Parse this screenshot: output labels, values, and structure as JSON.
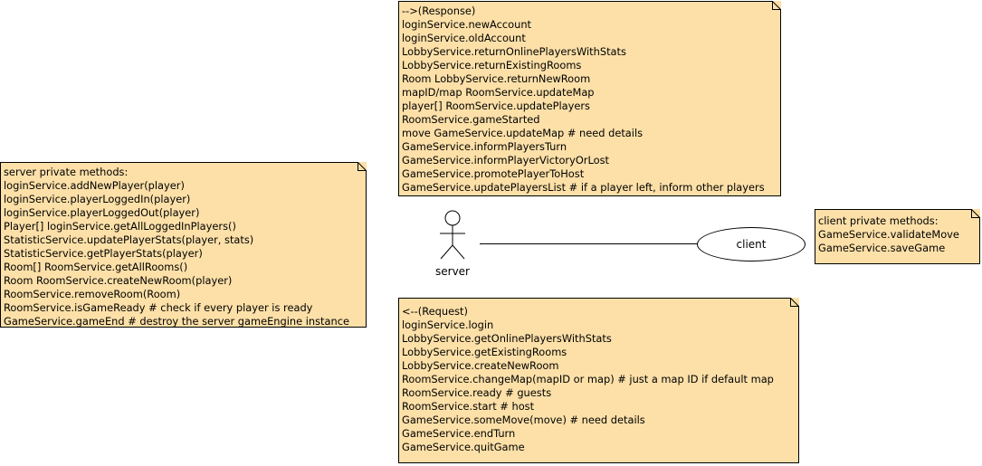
{
  "notes": {
    "response": [
      "-->(Response)",
      "loginService.newAccount",
      "loginService.oldAccount",
      "LobbyService.returnOnlinePlayersWithStats",
      "LobbyService.returnExistingRooms",
      "Room LobbyService.returnNewRoom",
      "mapID/map RoomService.updateMap",
      "player[] RoomService.updatePlayers",
      "RoomService.gameStarted",
      "move GameService.updateMap # need details",
      "GameService.informPlayersTurn",
      "GameService.informPlayerVictoryOrLost",
      "GameService.promotePlayerToHost",
      "GameService.updatePlayersList # if a player left, inform other players"
    ],
    "server": [
      "server private methods:",
      "loginService.addNewPlayer(player)",
      "loginService.playerLoggedIn(player)",
      "loginService.playerLoggedOut(player)",
      "Player[] loginService.getAllLoggedInPlayers()",
      "StatisticService.updatePlayerStats(player, stats)",
      "StatisticService.getPlayerStats(player)",
      "Room[] RoomService.getAllRooms()",
      "Room RoomService.createNewRoom(player)",
      "RoomService.removeRoom(Room)",
      "RoomService.isGameReady # check if every player is ready",
      "GameService.gameEnd # destroy the server gameEngine instance"
    ],
    "client": [
      "client private methods:",
      "GameService.validateMove",
      "GameService.saveGame"
    ],
    "request": [
      "<--(Request)",
      "loginService.login",
      "LobbyService.getOnlinePlayersWithStats",
      "LobbyService.getExistingRooms",
      "LobbyService.createNewRoom",
      "RoomService.changeMap(mapID or map) # just a map ID if default map",
      "RoomService.ready # guests",
      "RoomService.start # host",
      "GameService.someMove(move) # need details",
      "GameService.endTurn",
      "GameService.quitGame"
    ]
  },
  "actor": {
    "label": "server"
  },
  "usecase": {
    "label": "client"
  },
  "colors": {
    "note_fill": "#fde0a8",
    "note_border": "#000000"
  }
}
